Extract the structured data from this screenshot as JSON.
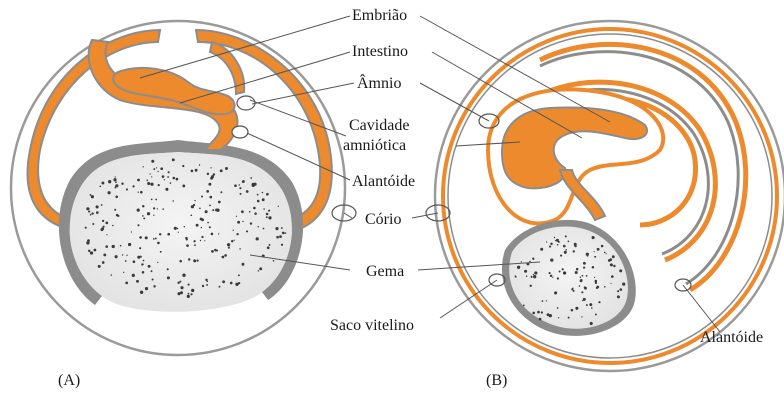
{
  "labels": {
    "embriao": "Embrião",
    "intestino": "Intestino",
    "amnio": "Âmnio",
    "cavidade_1": "Cavidade",
    "cavidade_2": "amniótica",
    "alantoide_center": "Alantóide",
    "corio": "Cório",
    "gema": "Gema",
    "saco_vitelino": "Saco vitelino",
    "alantoide_right": "Alantóide"
  },
  "panels": {
    "a": "(A)",
    "b": "(B)"
  },
  "colors": {
    "orange": "#ec8a2d",
    "gray": "#8c8c8c",
    "light_gray": "#bdbdbd",
    "yolk": "#ececec",
    "dot": "#3a3a3a",
    "line": "#555555"
  }
}
